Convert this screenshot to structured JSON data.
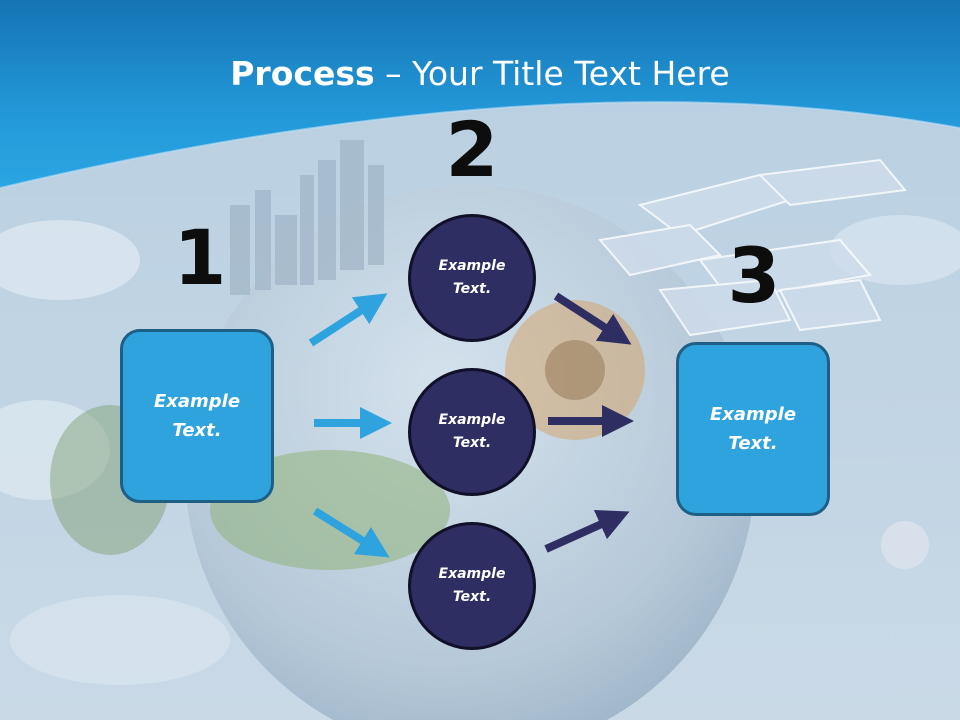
{
  "title": {
    "bold": "Process",
    "dash": " – ",
    "rest": "Your Title Text Here"
  },
  "steps": [
    {
      "number": "1",
      "text": "Example Text."
    },
    {
      "number": "2",
      "items": [
        "Example Text.",
        "Example Text.",
        "Example Text."
      ]
    },
    {
      "number": "3",
      "text": "Example Text."
    }
  ],
  "colors": {
    "header": "#1e8fcf",
    "box": "#2fa3de",
    "circle": "#2e2e63",
    "arrow_light": "#2fa3de",
    "arrow_dark": "#2e2e63"
  }
}
